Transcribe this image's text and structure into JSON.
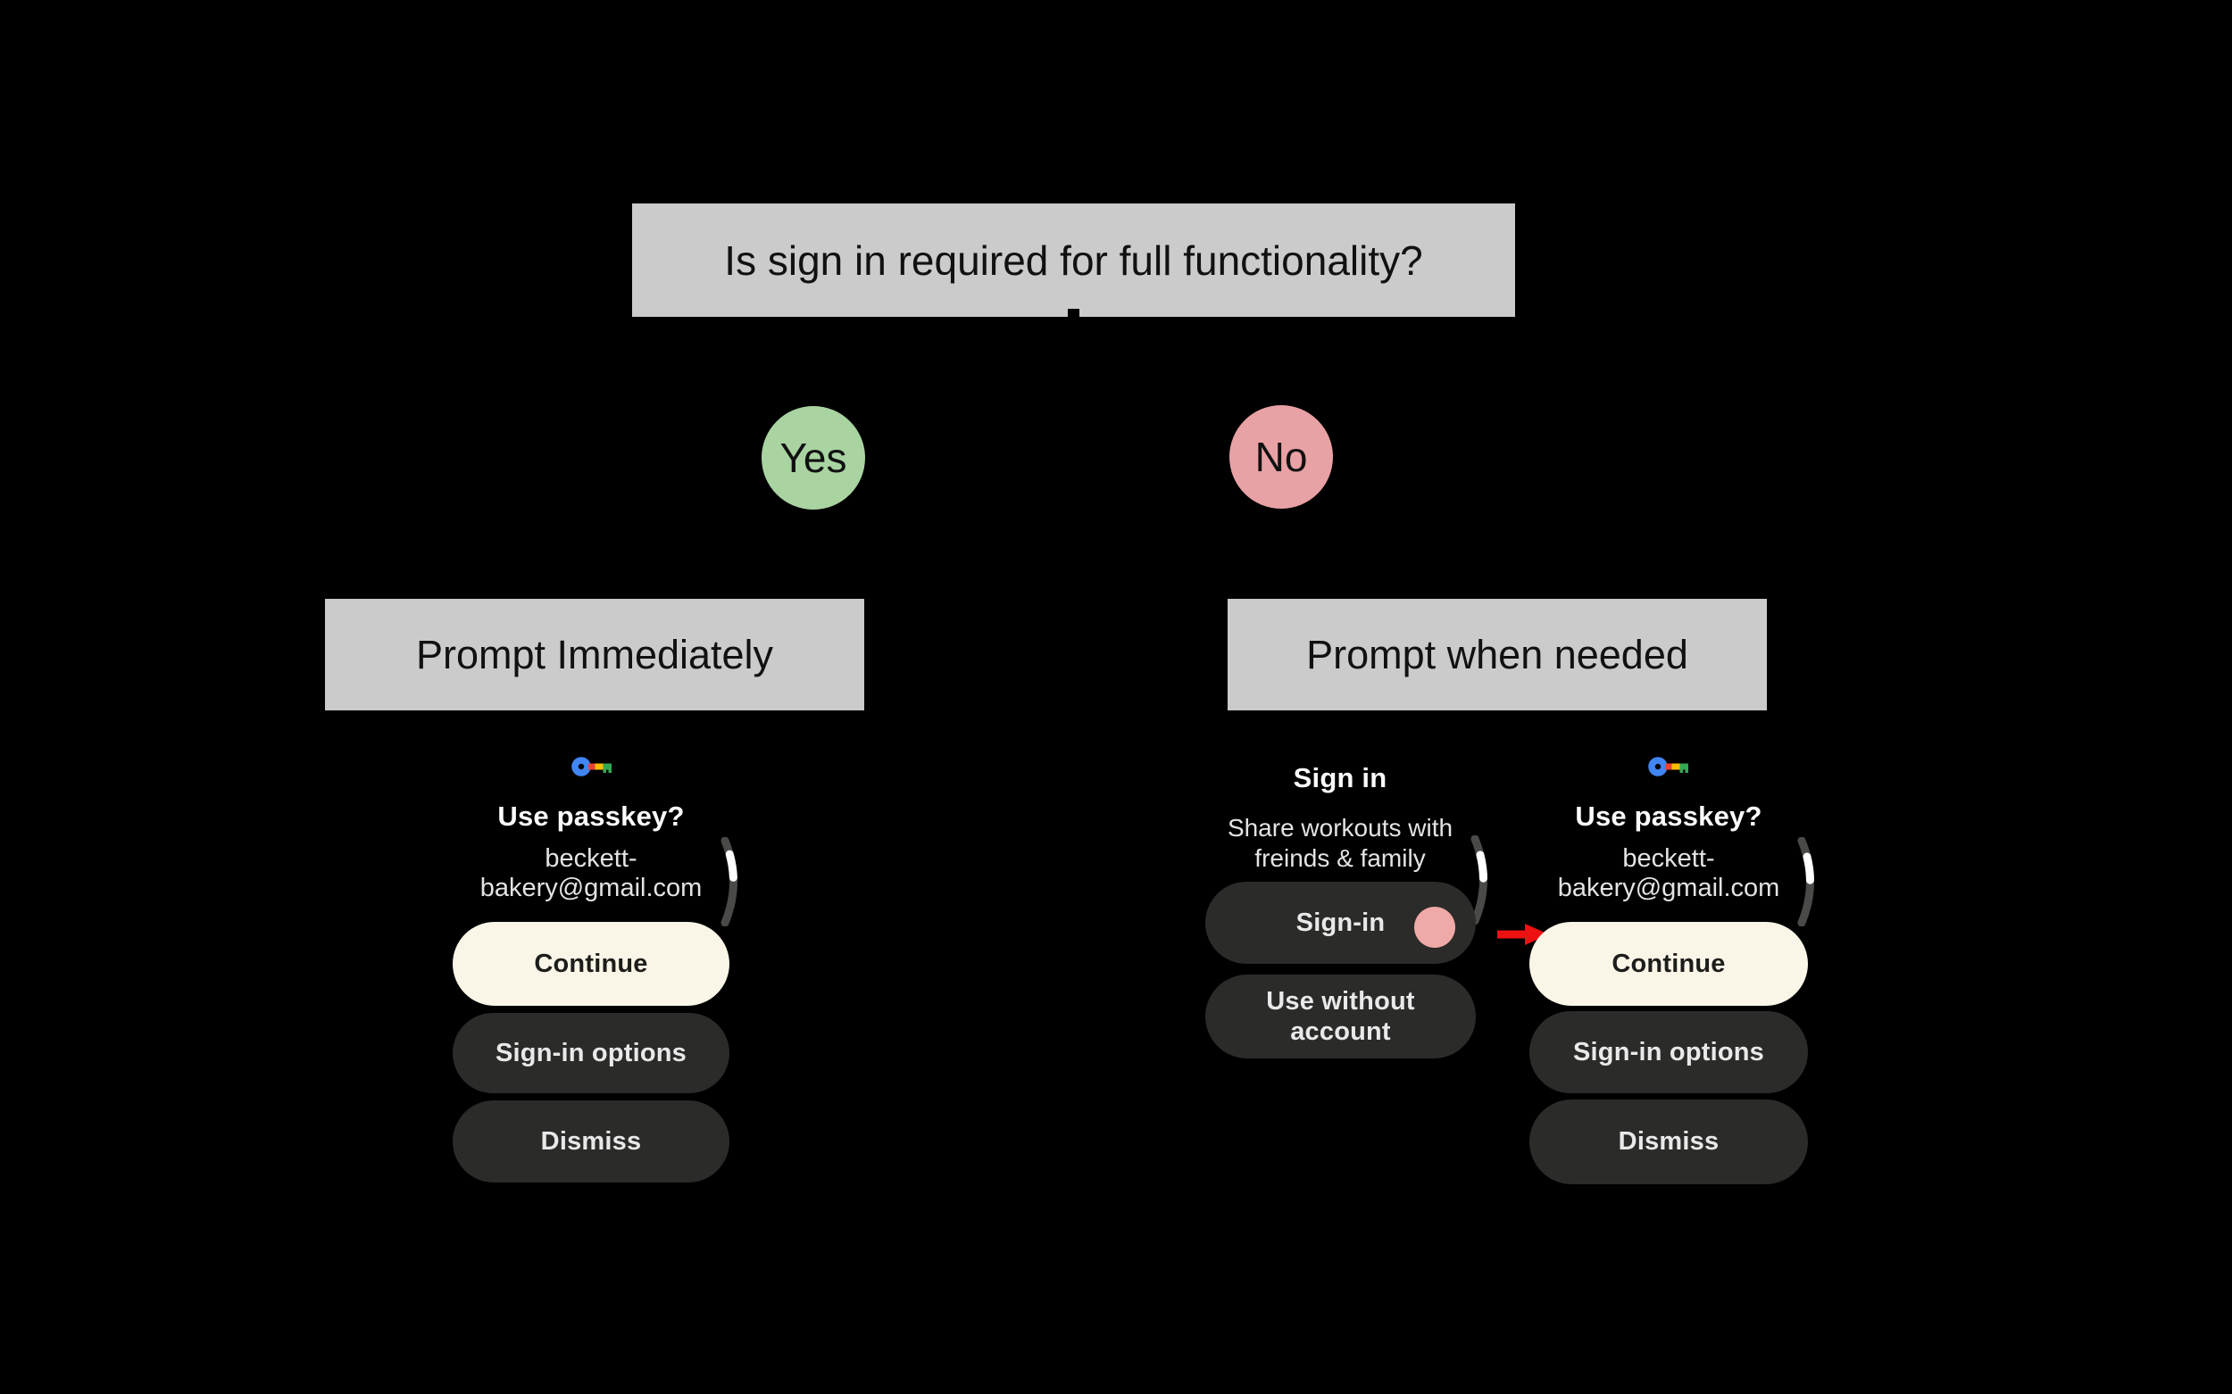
{
  "flowchart": {
    "question": "Is sign in required for full functionality?",
    "yes_label": "Yes",
    "no_label": "No",
    "branch_yes_title": "Prompt Immediately",
    "branch_no_title": "Prompt when needed"
  },
  "watch_immediate": {
    "icon": "passkey-key-icon",
    "title": "Use passkey?",
    "email_line1": "beckett-",
    "email_line2": "bakery@gmail.com",
    "continue_label": "Continue",
    "signin_options_label": "Sign-in options",
    "dismiss_label": "Dismiss"
  },
  "watch_signin": {
    "title": "Sign in",
    "subtitle_line1": "Share workouts with",
    "subtitle_line2": "freinds & family",
    "signin_label": "Sign-in",
    "use_without_account_label": "Use without account"
  },
  "watch_when_needed": {
    "icon": "passkey-key-icon",
    "title": "Use passkey?",
    "email_line1": "beckett-",
    "email_line2": "bakery@gmail.com",
    "continue_label": "Continue",
    "signin_options_label": "Sign-in options",
    "dismiss_label": "Dismiss"
  },
  "colors": {
    "background": "#000000",
    "box_gray": "#cbcbcb",
    "yes_green": "#a9d4a1",
    "no_pink": "#e8a1a5",
    "button_cream": "#faf6e7",
    "button_dark": "#2b2b29",
    "tap_indicator_pink": "#efa9a6",
    "arrow_red": "#ee1111",
    "key_blue": "#4285f4",
    "key_red": "#ea4335",
    "key_yellow": "#fbbc04",
    "key_green": "#34a853"
  }
}
